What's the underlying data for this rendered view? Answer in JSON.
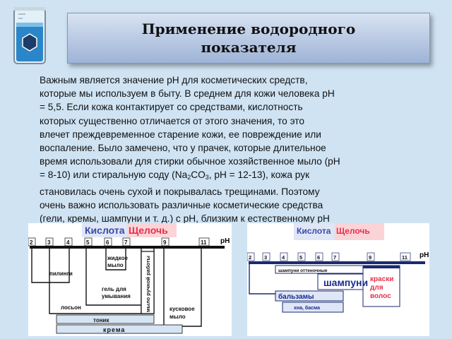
{
  "title": {
    "line1": "Применение водородного",
    "line2": "показателя"
  },
  "body": {
    "line1": "Важным является значение pH для косметических средств,",
    "line2": "которые мы используем в быту. В среднем для кожи человека pH",
    "line3": "= 5,5. Если кожа контактирует со средствами, кислотность",
    "line4": "которых существенно отличается от этого значения, то это",
    "line5": "влечет преждевременное старение кожи, ее повреждение или",
    "line6": "воспаление. Было замечено, что у прачек, которые длительное",
    "line7": "время использовали для стирки обычное хозяйственное мыло (pH",
    "line8a": "= 8-10) или стиральную соду (Na",
    "sub_na": "2",
    "line8b": "CO",
    "sub_co": "3",
    "line8c": ", pH = 12-13), кожа рук",
    "line9": "становилась очень сухой и покрывалась трещинами. Поэтому",
    "line10": "очень важно использовать различные косметические средства",
    "line11": "(гели, кремы, шампуни и т. д.) с pH, близким к естественному pH"
  },
  "diagram_left": {
    "acid_label": "Кислота",
    "alkali_label": "Щелочь",
    "axis_label": "pH",
    "ticks": [
      "2",
      "3",
      "4",
      "5",
      "6",
      "7",
      "9",
      "11"
    ],
    "items": {
      "pilingi": "пилинги",
      "liquid_soap_1": "жидкое",
      "liquid_soap_2": "мыло",
      "hand_soap": "мыло ручной работы",
      "gel_1": "гель для",
      "gel_2": "умывания",
      "lotion": "лосьон",
      "bar_soap_1": "кусковое",
      "bar_soap_2": "мыло",
      "tonic": "тоник",
      "creams": "крема"
    }
  },
  "diagram_right": {
    "acid_label": "Кислота",
    "alkali_label": "Щелочь",
    "axis_label": "pH",
    "ticks": [
      "2",
      "3",
      "4",
      "5",
      "6",
      "7",
      "9",
      "11"
    ],
    "items": {
      "tint_shampoo": "шампуни оттеночные",
      "shampoo": "шампуни",
      "dye_1": "краски",
      "dye_2": "для",
      "dye_3": "волос",
      "balms": "бальзамы",
      "henna": "хна, басма"
    }
  },
  "colors": {
    "acid": "#3b4aa8",
    "alkali": "#e8304a",
    "shampoo": "#1a2a8e"
  }
}
